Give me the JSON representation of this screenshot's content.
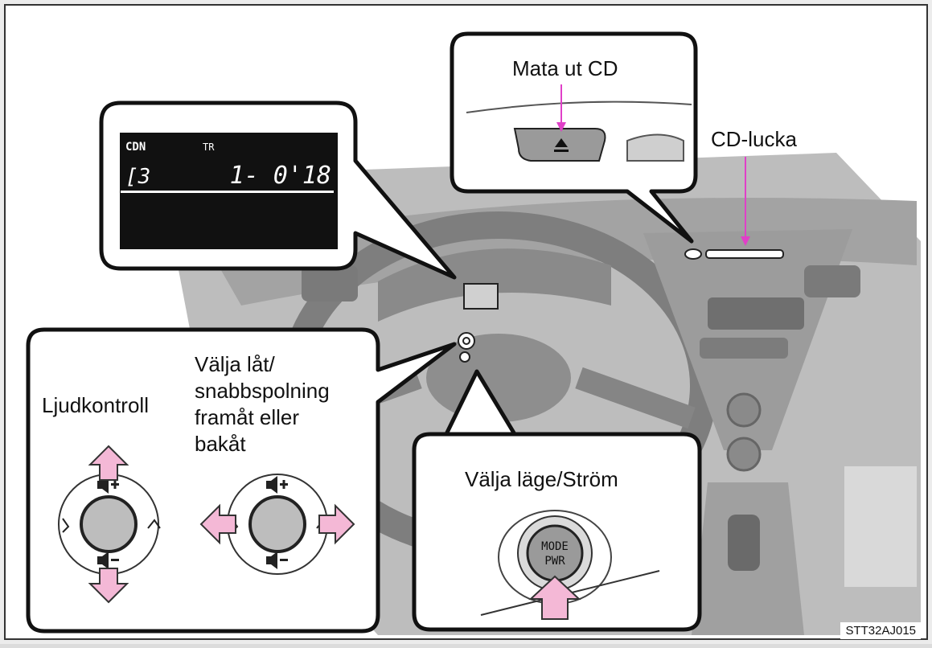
{
  "labels": {
    "eject": "Mata ut CD",
    "cd_slot": "CD-lucka",
    "volume": "Ljudkontroll",
    "track_line1": "Välja låt/",
    "track_line2": "snabbspolning",
    "track_line3": "framåt eller",
    "track_line4": "bakåt",
    "mode": "Välja läge/Ström"
  },
  "display": {
    "source_tag": "CDN",
    "track_tag": "TR",
    "disc": "[3",
    "time": "1- 0'18"
  },
  "button": {
    "line1": "MODE",
    "line2": "PWR"
  },
  "figure_code": "STT32AJ015",
  "colors": {
    "arrow_fill": "#f4b8d6",
    "pointer": "#e040c8",
    "screen": "#111111",
    "frame": "#ffffff",
    "dashboard": "#b9b9b9"
  },
  "icons": {
    "eject": "eject-icon",
    "volume_up": "volume-up-icon",
    "volume_down": "volume-down-icon",
    "seek_left": "chevron-left-icon",
    "seek_right": "chevron-right-icon"
  }
}
